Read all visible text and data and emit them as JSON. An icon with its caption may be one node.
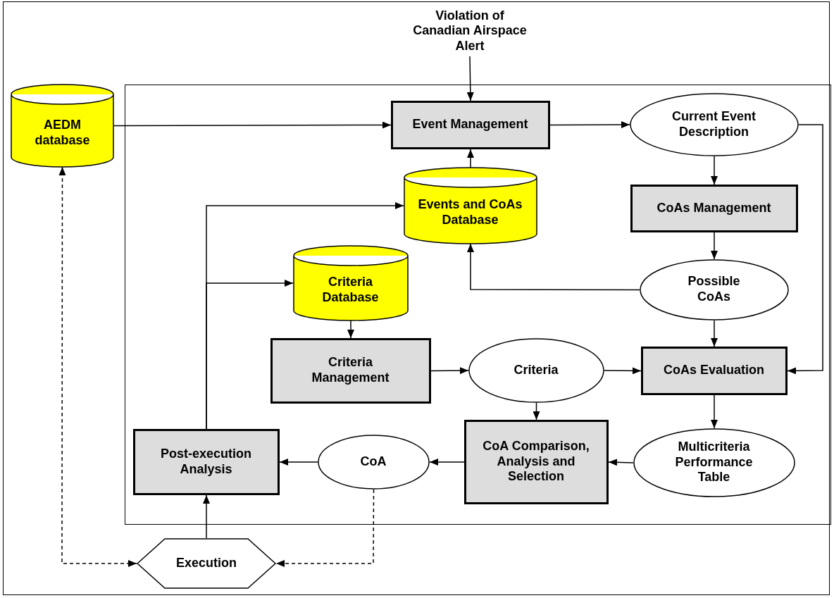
{
  "diagram": {
    "nodes": [
      {
        "text": [
          "Violation of Canadian Airspace Alert"
        ]
      },
      {
        "text": [
          "AEDM database"
        ]
      },
      {
        "text": [],
        "shape": "box"
      },
      {
        "text": [
          "Event Management"
        ],
        "in": 2
      },
      {
        "text": [
          "Current Event Description"
        ],
        "in": 2
      },
      {
        "text": [
          "Events and CoAs Database"
        ],
        "in": 2
      },
      {
        "text": [
          "CoAs Management"
        ],
        "in": 2
      },
      {
        "text": [
          "Criteria Database"
        ],
        "in": 2
      },
      {
        "text": [
          "Possible CoAs"
        ],
        "in": 2
      },
      {
        "text": [
          "Criteria Management"
        ],
        "in": 2
      },
      {
        "text": [
          "Criteria"
        ],
        "in": 2
      },
      {
        "text": [
          "CoAs Evaluation"
        ],
        "in": 2
      },
      {
        "text": [
          "Post-execution Analysis"
        ],
        "in": 2
      },
      {
        "text": [
          "CoA"
        ],
        "in": 2
      },
      {
        "text": [
          "CoA Comparison, Analysis and Selection"
        ],
        "in": 2
      },
      {
        "text": [
          "Multicriteria Performance Table"
        ],
        "in": 2
      },
      {
        "text": [
          "Execution"
        ]
      }
    ],
    "edges": [
      {
        "from": 0,
        "to": 3,
        "arrow": "to"
      },
      {
        "from": 1,
        "to": 3,
        "arrow": "to"
      },
      {
        "from": 3,
        "to": 4,
        "arrow": "to"
      },
      {
        "from": 5,
        "to": 3,
        "arrow": "to"
      },
      {
        "from": 4,
        "to": 6,
        "arrow": "to"
      },
      {
        "from": 4,
        "to": 11,
        "arrow": "to"
      },
      {
        "from": 6,
        "to": 8,
        "arrow": "to"
      },
      {
        "from": 8,
        "to": 5,
        "arrow": "to"
      },
      {
        "from": 12,
        "to": 5,
        "arrow": "to"
      },
      {
        "from": 12,
        "to": 7,
        "arrow": "to"
      },
      {
        "from": 7,
        "to": 9,
        "arrow": "to"
      },
      {
        "from": 9,
        "to": 10,
        "arrow": "to"
      },
      {
        "from": 10,
        "to": 11,
        "arrow": "to"
      },
      {
        "from": 8,
        "to": 11,
        "arrow": "to"
      },
      {
        "from": 10,
        "to": 14,
        "arrow": "to"
      },
      {
        "from": 11,
        "to": 15,
        "arrow": "to"
      },
      {
        "from": 15,
        "to": 14,
        "arrow": "to"
      },
      {
        "from": 14,
        "to": 13,
        "arrow": "to"
      },
      {
        "from": 13,
        "to": 12,
        "arrow": "to"
      },
      {
        "from": 16,
        "to": 12,
        "arrow": "to"
      },
      {
        "from": 16,
        "to": 1,
        "arrow": "both",
        "style": "dashed"
      },
      {
        "from": 13,
        "to": 16,
        "arrow": "to",
        "style": "dashed"
      }
    ]
  }
}
